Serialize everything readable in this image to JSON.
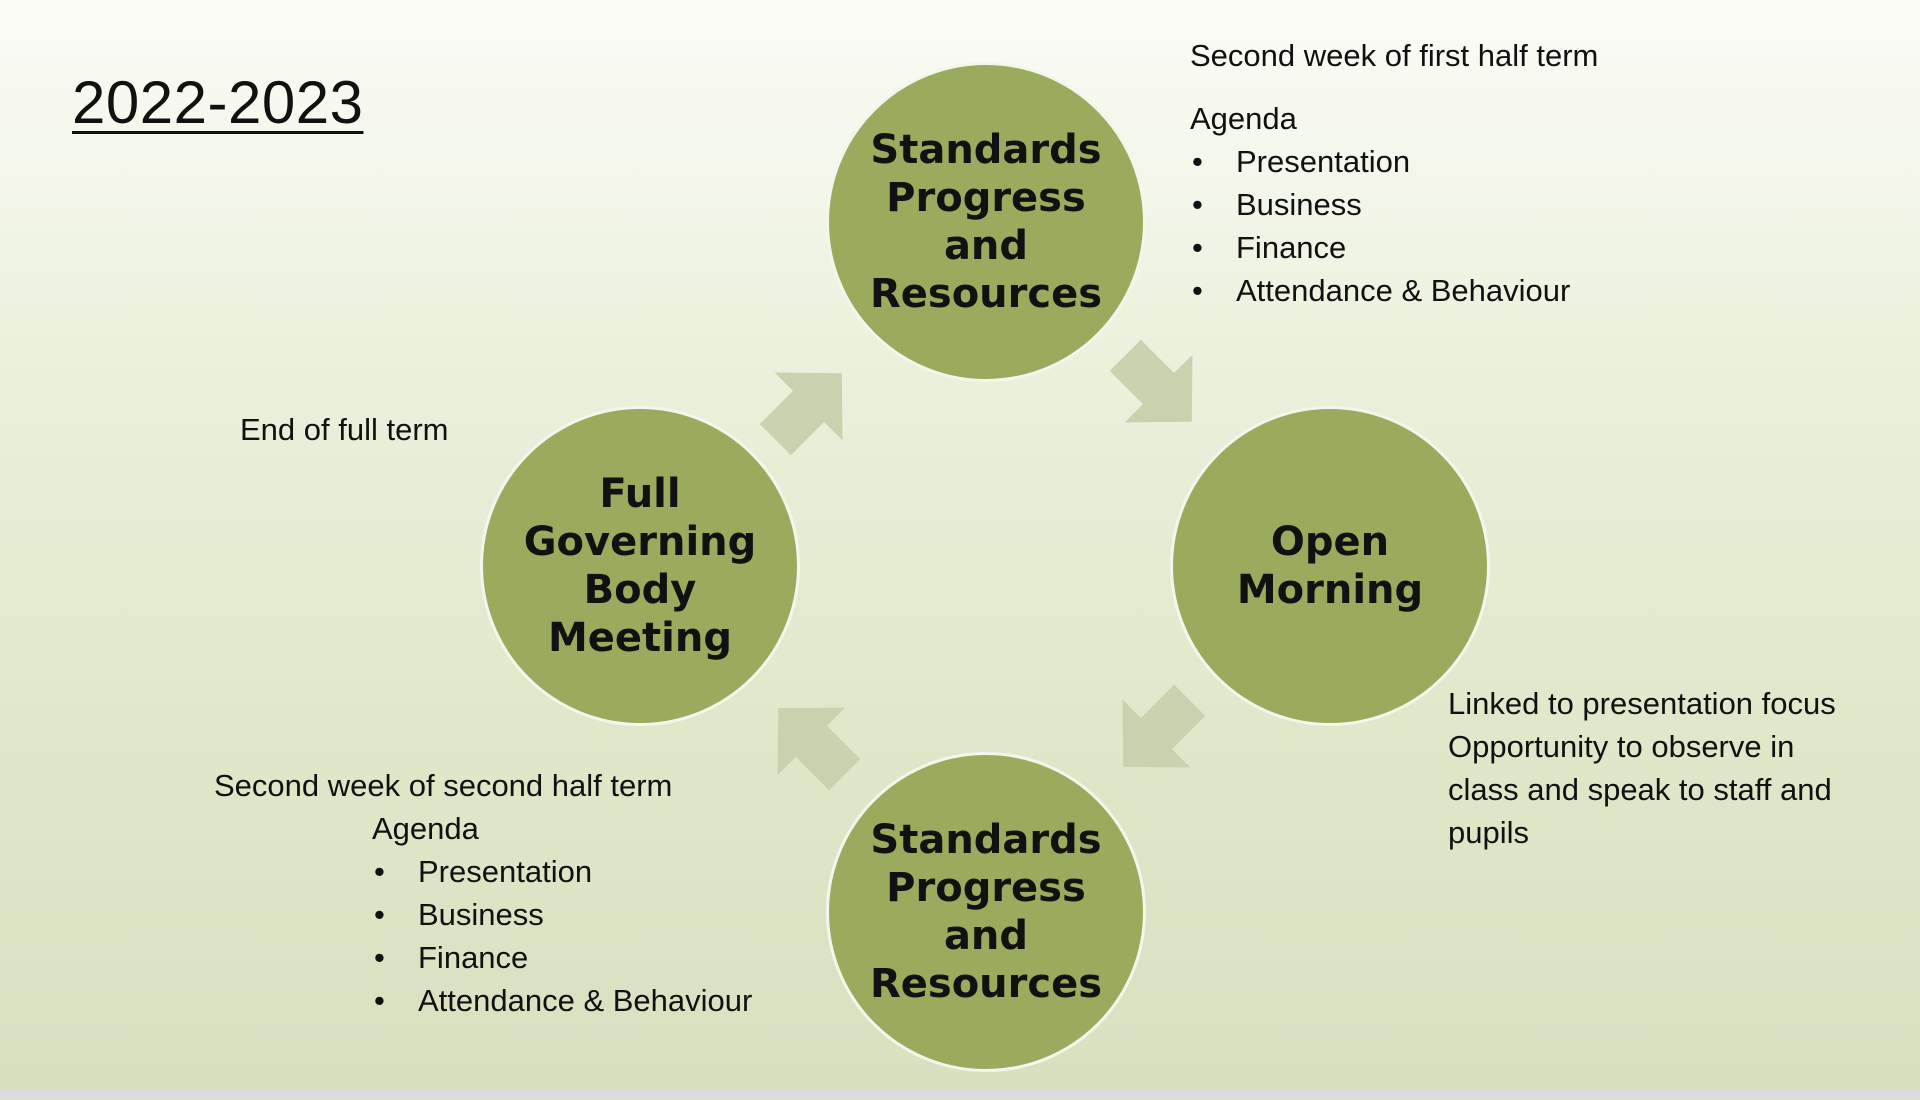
{
  "title": "2022-2023",
  "colors": {
    "circle_fill": "#9aab5d",
    "circle_border": "#f4f6ec",
    "arrow_fill": "#c8d2ae",
    "background_top": "#fbfcf7",
    "background_bottom": "#d8e0c0"
  },
  "cycle": {
    "nodes": [
      {
        "id": "top",
        "label": "Standards\nProgress\nand\nResources"
      },
      {
        "id": "right",
        "label": "Open\nMorning"
      },
      {
        "id": "bottom",
        "label": "Standards\nProgress\nand\nResources"
      },
      {
        "id": "left",
        "label": "Full\nGoverning\nBody\nMeeting"
      }
    ],
    "arrow_icon": "chevron-arrow-icon",
    "direction": "clockwise"
  },
  "notes": {
    "top": {
      "timing": "Second week of first half term",
      "heading": "Agenda",
      "items": [
        "Presentation",
        "Business",
        "Finance",
        "Attendance & Behaviour"
      ]
    },
    "right": {
      "lines": [
        "Linked to presentation focus",
        "Opportunity to observe in",
        "class and speak to staff and",
        "pupils"
      ]
    },
    "bottom": {
      "timing": "Second week of second half term",
      "heading": "Agenda",
      "items": [
        "Presentation",
        "Business",
        "Finance",
        "Attendance & Behaviour"
      ]
    },
    "left": {
      "timing": "End of full term"
    }
  }
}
